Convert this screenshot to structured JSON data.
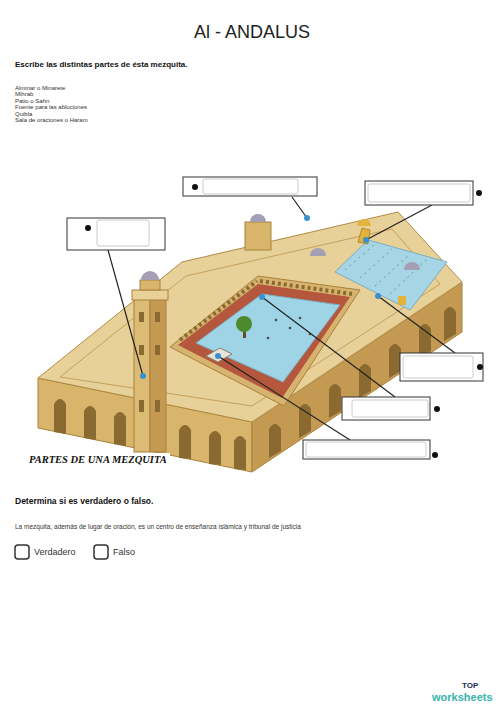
{
  "diagram": {
    "title": "Al - ANDALUS",
    "caption": "PARTES DE UNA MEZQUITA",
    "labels": [
      "Escribe las distintas partes de ésta mezquita.",
      "Alminar o Minarete",
      "Mihrab",
      "Patio o Sahn",
      "Fuente para las abluciones",
      "Quibla",
      "Sala de oraciones o Haram",
      "Determina si es verdadero o falso.",
      "La mezquita, además de lugar de oración, es un centro de enseñanza islámica y tribunal de justicia",
      "Verdadero",
      "Falso",
      "TOP",
      "worksheets"
    ]
  }
}
